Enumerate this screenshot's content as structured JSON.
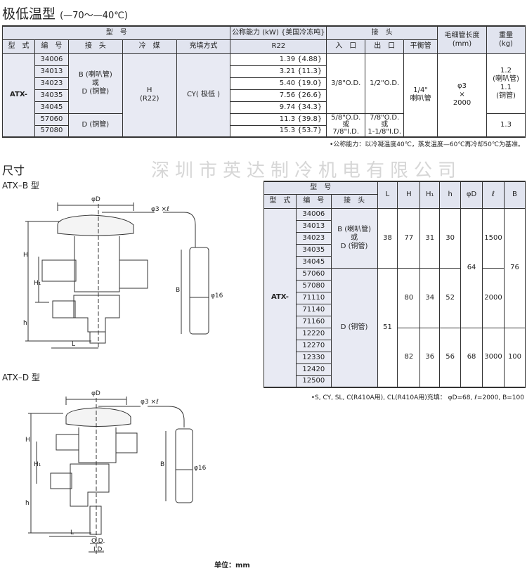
{
  "title": {
    "main": "极低温型",
    "range": "(—70～—40℃)"
  },
  "table1": {
    "h_model": "型　号",
    "h_capacity": "公称能力 (kW) {美国冷冻吨}",
    "h_conn": "接　头",
    "h_cap_len": "毛细管长度",
    "h_cap_len_unit": "(mm)",
    "h_weight": "重量",
    "h_weight_unit": "(kg)",
    "h_type": "型　式",
    "h_no": "编　号",
    "h_joint": "接　头",
    "h_refrig": "冷　媒",
    "h_charge": "充填方式",
    "h_r22": "R22",
    "h_in": "入　口",
    "h_out": "出　口",
    "h_balance": "平衡管",
    "type": "ATX-",
    "rows": [
      {
        "no": "34006",
        "cap": "1.39 {4.88}"
      },
      {
        "no": "34013",
        "cap": "3.21 {11.3}"
      },
      {
        "no": "34023",
        "cap": "5.40 {19.0}"
      },
      {
        "no": "34035",
        "cap": "7.56 {26.6}"
      },
      {
        "no": "34045",
        "cap": "9.74 {34.3}"
      },
      {
        "no": "57060",
        "cap": "11.3 {39.8}"
      },
      {
        "no": "57080",
        "cap": "15.3 {53.7}"
      }
    ],
    "joint_a": [
      "B (喇叭管)",
      "或",
      "D (铜管)"
    ],
    "joint_b": "D (铜管)",
    "refrig": [
      "H",
      "(R22)"
    ],
    "charge": "CY( 极低 )",
    "in_a": "3/8\"O.D.",
    "out_a": "1/2\"O.D.",
    "in_b": [
      "5/8\"O.D.",
      "或",
      "7/8\"I.D."
    ],
    "out_b": [
      "7/8\"O.D.",
      "或",
      "1-1/8\"I.D."
    ],
    "balance": [
      "1/4\"",
      "喇叭管"
    ],
    "cap_len": [
      "φ3",
      "×",
      "2000"
    ],
    "weight_a": [
      "1.2",
      "(喇叭管)",
      "1.1",
      "(铜管)"
    ],
    "weight_b": "1.3",
    "note": "•公称能力：以冷凝温度40℃，蒸发温度—60℃再冷却50℃为基准。"
  },
  "section": "尺寸",
  "watermark": "深圳市英达制冷机电有限公司",
  "diagram_b": {
    "label": "ATX–B 型",
    "phiD": "φD",
    "cap": "φ3 ×ℓ",
    "H": "H",
    "H1": "H₁",
    "h": "h",
    "L": "L",
    "B": "B",
    "phi16": "φ16"
  },
  "diagram_d": {
    "label": "ATX–D 型",
    "phiD": "φD",
    "cap": "φ3 ×ℓ",
    "H": "H",
    "H1": "H₁",
    "h": "h",
    "L": "L",
    "B": "B",
    "phi16": "φ16",
    "OD": "O.D.",
    "ID": "I.D."
  },
  "table2": {
    "h_model": "型　号",
    "h_type": "型　式",
    "h_no": "编　号",
    "h_joint": "接　头",
    "cols": [
      "L",
      "H",
      "H₁",
      "h",
      "φD",
      "ℓ",
      "B"
    ],
    "type": "ATX-",
    "nos": [
      "34006",
      "34013",
      "34023",
      "34035",
      "34045",
      "57060",
      "57080",
      "71110",
      "71140",
      "71160",
      "12220",
      "12270",
      "12330",
      "12420",
      "12500"
    ],
    "joint_a": [
      "B (喇叭管)",
      "或",
      "D (铜管)"
    ],
    "joint_b": "D (铜管)",
    "L": [
      "38",
      "51"
    ],
    "H": [
      "77",
      "80",
      "82"
    ],
    "H1": [
      "31",
      "34",
      "36"
    ],
    "h": [
      "30",
      "52",
      "56"
    ],
    "phiD": [
      "64",
      "68"
    ],
    "l": [
      "1500",
      "2000",
      "3000"
    ],
    "B": [
      "76",
      "100"
    ],
    "note": "•S, CY, SL, C(R410A用), CL(R410A用)充填： φD=68, ℓ=2000, B=100"
  },
  "unit": "单位：mm"
}
